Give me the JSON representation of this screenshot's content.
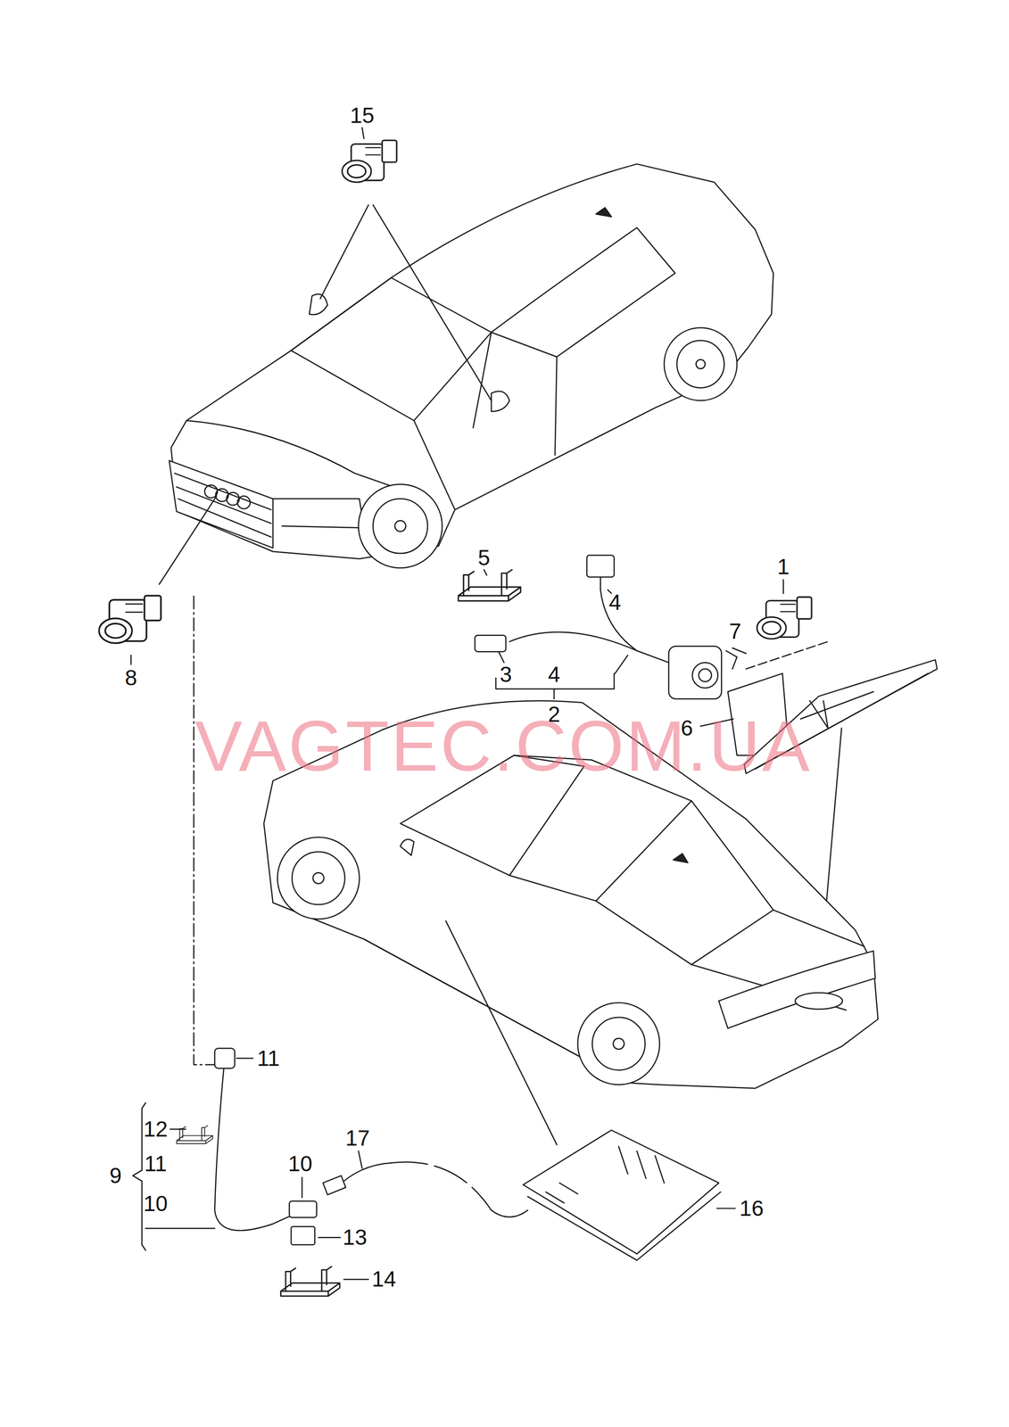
{
  "diagram": {
    "labels": [
      "15",
      "5",
      "1",
      "4",
      "7",
      "8",
      "3",
      "4",
      "2",
      "6",
      "VAGTEC.COM.UA",
      "11",
      "12",
      "9",
      "11",
      "17",
      "10",
      "10",
      "16",
      "13",
      "14"
    ]
  }
}
